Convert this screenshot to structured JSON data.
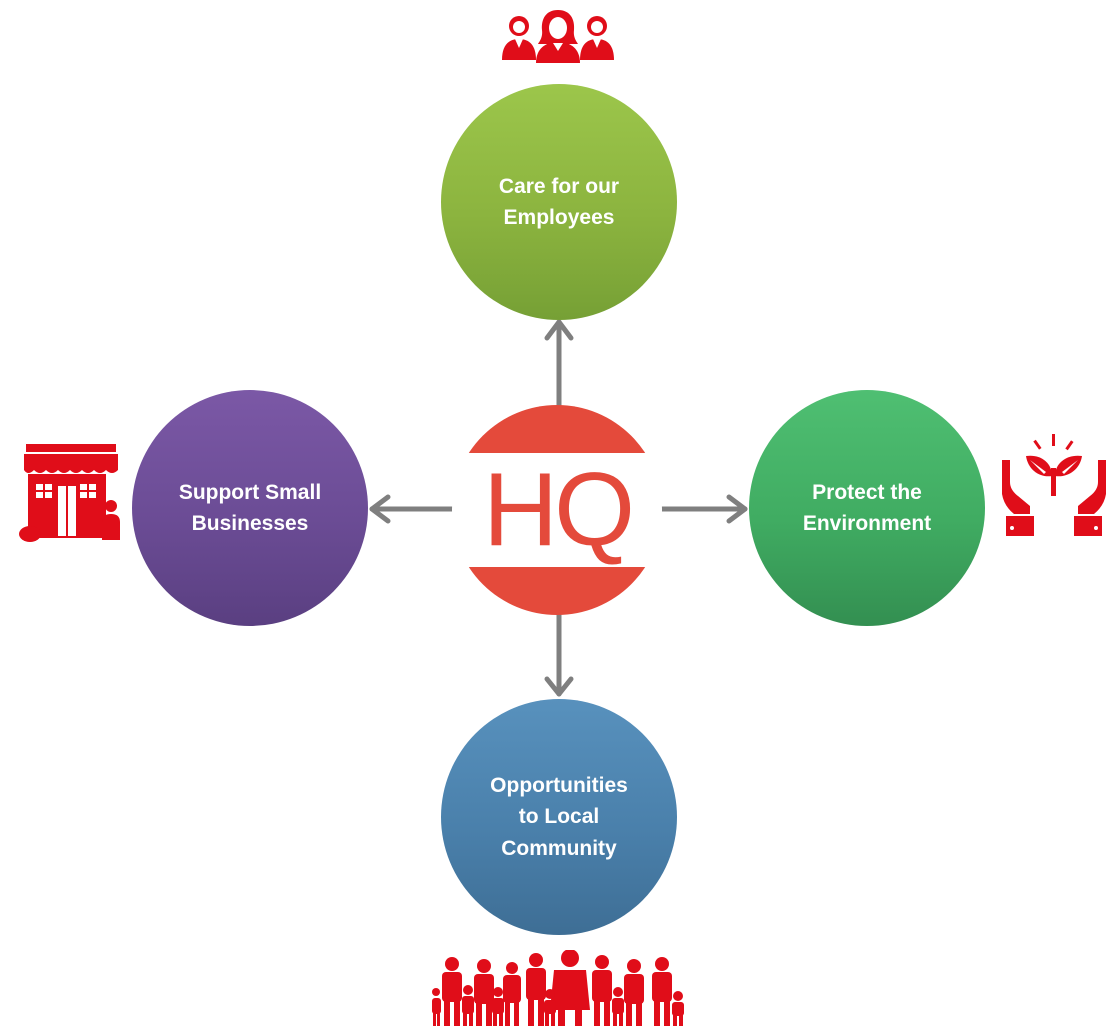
{
  "center": {
    "logo_text": "HQ"
  },
  "nodes": {
    "top": {
      "line1": "Care for our",
      "line2": "Employees",
      "icon": "employees-icon"
    },
    "left": {
      "line1": "Support Small",
      "line2": "Businesses",
      "icon": "storefront-icon"
    },
    "right": {
      "line1": "Protect the",
      "line2": "Environment",
      "icon": "hands-plant-icon"
    },
    "bottom": {
      "line1": "Opportunities",
      "line2": "to Local",
      "line3": "Community",
      "icon": "community-family-icon"
    }
  },
  "colors": {
    "icon_red": "#e00d19",
    "arrow_gray": "#7f7f7f",
    "hq_red": "#e44a3b",
    "top_green": "#8cb43f",
    "left_purple": "#6b4c95",
    "right_green": "#40ac62",
    "bottom_blue": "#4a80ab"
  }
}
